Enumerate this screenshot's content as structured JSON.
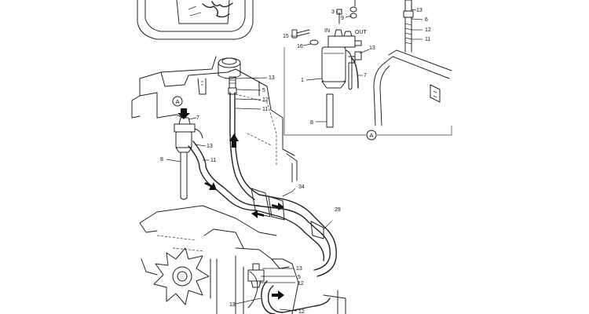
{
  "detail_marker": "A",
  "flow_labels": {
    "inlet": "IN",
    "outlet": "OUT"
  },
  "callouts": {
    "detail": [
      "15",
      "16",
      "3",
      "9",
      "13",
      "6",
      "12",
      "11",
      "13",
      "1",
      "7",
      "8"
    ],
    "main_top": [
      "13",
      "5",
      "12",
      "11"
    ],
    "main_left": [
      "7",
      "13",
      "11",
      "8"
    ],
    "main_mid": [
      "34",
      "29"
    ],
    "main_bottom": [
      "13",
      "5",
      "12",
      "13",
      "12"
    ]
  },
  "colors": {
    "line": "#222222",
    "background": "#ffffff"
  }
}
